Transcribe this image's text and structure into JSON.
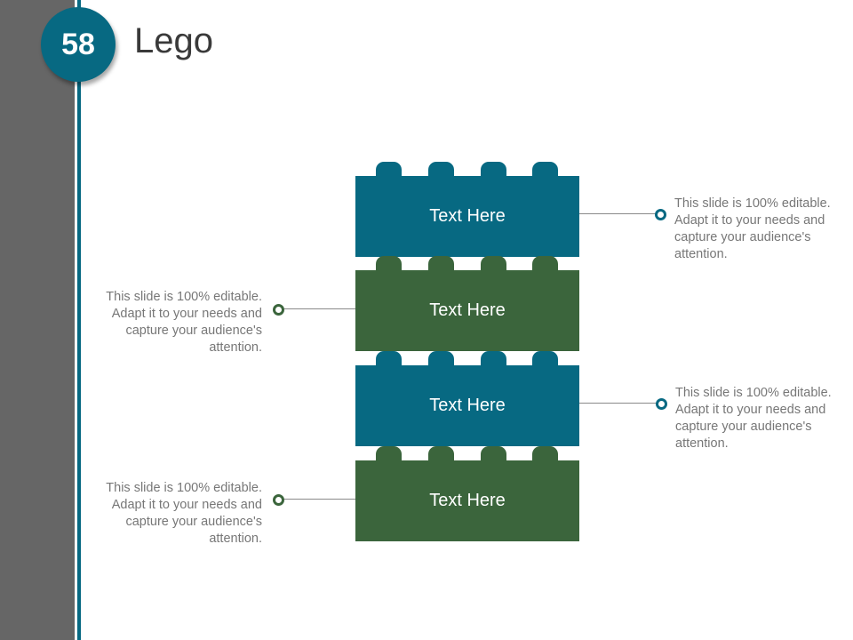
{
  "slide": {
    "number": "58",
    "title": "Lego"
  },
  "colors": {
    "teal": "#076982",
    "green": "#3b653c",
    "sidebar": "#666666"
  },
  "bricks": [
    {
      "label": "Text Here",
      "color": "teal"
    },
    {
      "label": "Text Here",
      "color": "green"
    },
    {
      "label": "Text Here",
      "color": "teal"
    },
    {
      "label": "Text Here",
      "color": "green"
    }
  ],
  "notes": [
    {
      "side": "right",
      "text": "This slide is 100% editable. Adapt it to your needs and capture your audience's attention."
    },
    {
      "side": "left",
      "text": "This slide is 100% editable. Adapt it to your needs and capture your audience's attention."
    },
    {
      "side": "right",
      "text": "This slide is 100% editable. Adapt it to your needs and capture your audience's attention."
    },
    {
      "side": "left",
      "text": "This slide is 100% editable. Adapt it to your needs and capture your audience's attention."
    }
  ]
}
